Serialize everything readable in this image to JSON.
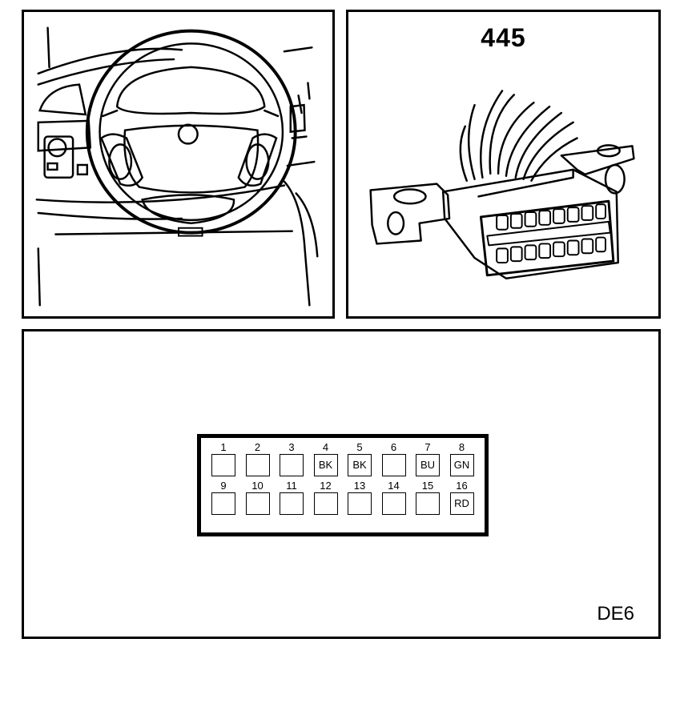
{
  "connector_title": "445",
  "diagram_code": "DE6",
  "pins": [
    {
      "num": "1",
      "wire": ""
    },
    {
      "num": "2",
      "wire": ""
    },
    {
      "num": "3",
      "wire": ""
    },
    {
      "num": "4",
      "wire": "BK"
    },
    {
      "num": "5",
      "wire": "BK"
    },
    {
      "num": "6",
      "wire": ""
    },
    {
      "num": "7",
      "wire": "BU"
    },
    {
      "num": "8",
      "wire": "GN"
    },
    {
      "num": "9",
      "wire": ""
    },
    {
      "num": "10",
      "wire": ""
    },
    {
      "num": "11",
      "wire": ""
    },
    {
      "num": "12",
      "wire": ""
    },
    {
      "num": "13",
      "wire": ""
    },
    {
      "num": "14",
      "wire": ""
    },
    {
      "num": "15",
      "wire": ""
    },
    {
      "num": "16",
      "wire": "RD"
    }
  ]
}
